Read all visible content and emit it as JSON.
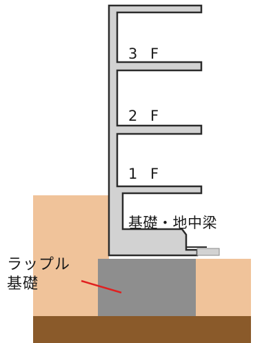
{
  "labels": {
    "floor_3": "3 F",
    "floor_2": "2 F",
    "floor_1": "1 F",
    "foundation_beam": "基礎・地中梁",
    "raft_line1": "ラップル",
    "raft_line2": "基礎"
  },
  "colors": {
    "background": "#ffffff",
    "soil_light": "#f0c39a",
    "soil_dark": "#8a5a2a",
    "raft_concrete": "#8e8e8e",
    "structure_fill": "#d2d2d2",
    "structure_outline": "#2b2b2b",
    "leader_line": "#e02020"
  }
}
